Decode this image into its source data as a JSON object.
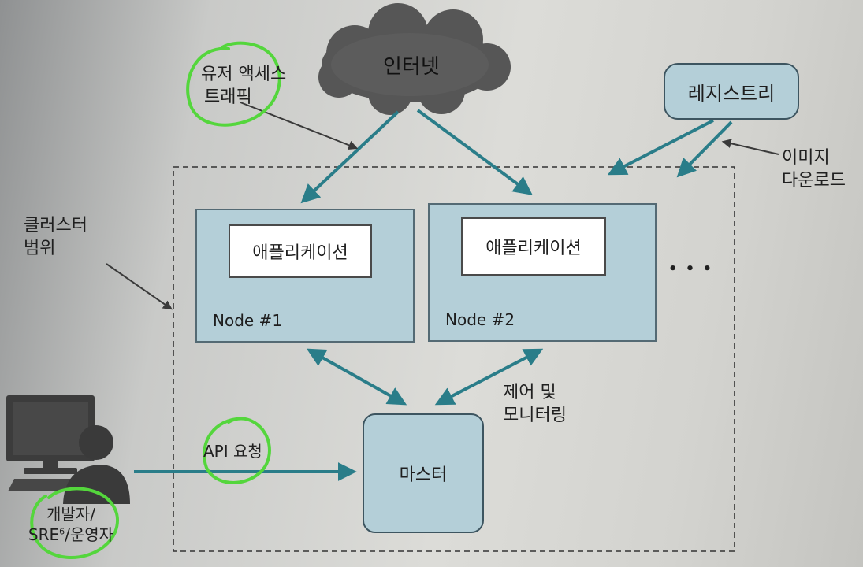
{
  "diagram": {
    "internet_label": "인터넷",
    "registry_label": "레지스트리",
    "user_traffic_label": [
      "유저 액세스",
      "트래픽"
    ],
    "image_download_label": [
      "이미지",
      "다운로드"
    ],
    "cluster_scope_label": [
      "클러스터",
      "범위"
    ],
    "nodes": [
      {
        "app_label": "애플리케이션",
        "node_label": "Node #1"
      },
      {
        "app_label": "애플리케이션",
        "node_label": "Node #2"
      }
    ],
    "ellipsis": "• • •",
    "control_label": [
      "제어 및",
      "모니터링"
    ],
    "master_label": "마스터",
    "api_label": "API 요청",
    "actor_label": [
      "개발자/",
      "SRE",
      "6",
      "/운영자"
    ],
    "colors": {
      "arrow": "#2a7d89",
      "box_fill": "#b4cfd8",
      "marker": "#54d63c"
    }
  }
}
